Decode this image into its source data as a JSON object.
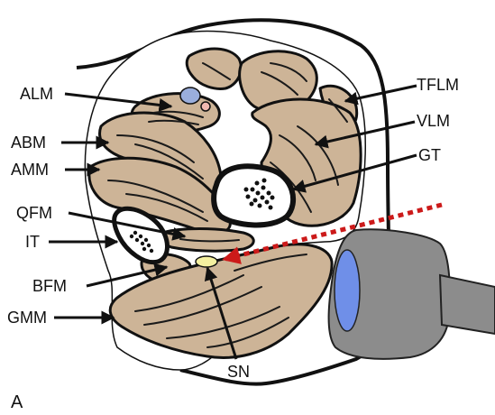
{
  "labels": {
    "alm": "ALM",
    "abm": "ABM",
    "amm": "AMM",
    "qfm": "QFM",
    "it": "IT",
    "bfm": "BFM",
    "gmm": "GMM",
    "tflm": "TFLM",
    "vlm": "VLM",
    "gt": "GT",
    "sn": "SN",
    "panel": "A"
  },
  "colors": {
    "muscle": "#cdb497",
    "bone_cortex": "#ffffff",
    "vein": "#9aaedc",
    "artery": "#f0b8b0",
    "nerve": "#f4f0a0",
    "needle_path": "#cc1a1a",
    "probe_body": "#8c8c8c",
    "probe_face": "#6f8fe8"
  },
  "icons": {
    "probe": "ultrasound-probe-icon",
    "needle": "dotted-arrow-icon"
  }
}
